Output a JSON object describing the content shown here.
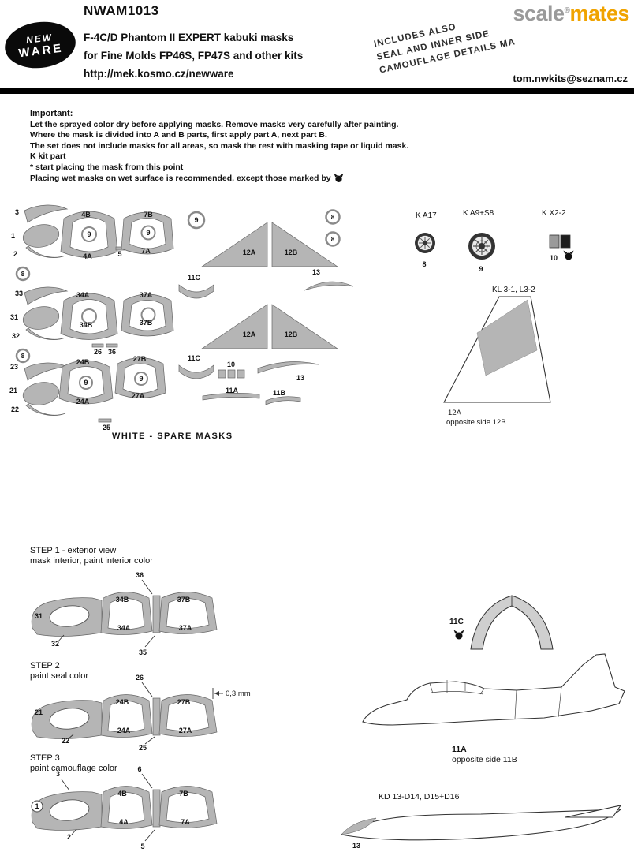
{
  "header": {
    "code": "NWAM1013",
    "logo": {
      "line1": "NEW",
      "line2": "WARE"
    },
    "title_lines": [
      "F-4C/D Phantom II EXPERT kabuki masks",
      "for Fine Molds FP46S, FP47S and other kits",
      "http://mek.kosmo.cz/newware"
    ],
    "diagonal_lines": [
      "INCLUDES ALSO",
      "SEAL AND INNER SIDE",
      "CAMOUFLAGE DETAILS MA"
    ],
    "email": "tom.nwkits@seznam.cz",
    "watermark": {
      "part1": "scale",
      "part2": "mates",
      "reg": "®"
    }
  },
  "important": {
    "heading": "Important:",
    "lines": [
      "Let the sprayed color dry before applying masks. Remove masks very carefully after painting.",
      "Where the mask is divided into A and B parts, first apply part A, next part B.",
      "The set does not include masks for all areas, so mask the rest with masking tape or liquid mask.",
      "K kit part",
      "* start placing the mask from this point",
      "Placing wet masks on wet surface is recommended, except those marked by"
    ]
  },
  "labels": {
    "n1": "1",
    "n2": "2",
    "n3": "3",
    "n4A": "4A",
    "n4B": "4B",
    "n5": "5",
    "n6": "6",
    "n7A": "7A",
    "n7B": "7B",
    "n8": "8",
    "n9": "9",
    "n10": "10",
    "n11A": "11A",
    "n11B": "11B",
    "n11C": "11C",
    "n12A": "12A",
    "n12B": "12B",
    "n13": "13",
    "n21": "21",
    "n22": "22",
    "n23": "23",
    "n24A": "24A",
    "n24B": "24B",
    "n25": "25",
    "n26": "26",
    "n27A": "27A",
    "n27B": "27B",
    "n31": "31",
    "n32": "32",
    "n33": "33",
    "n34A": "34A",
    "n34B": "34B",
    "n35": "35",
    "n36": "36",
    "n37A": "37A",
    "n37B": "37B"
  },
  "sheet": {
    "caption": "WHITE - SPARE MASKS"
  },
  "wheels": {
    "a17": "K A17",
    "a9s8": "K A9+S8",
    "x22": "K X2-2"
  },
  "fin": {
    "label": "KL 3-1, L3-2",
    "part": "12A",
    "note": "opposite side 12B"
  },
  "steps": {
    "step1": {
      "title": "STEP 1 - exterior view",
      "subtitle": "mask interior, paint interior color"
    },
    "step2": {
      "title": "STEP 2",
      "subtitle": "paint seal color",
      "annotation": "0,3 mm"
    },
    "step3": {
      "title": "STEP 3",
      "subtitle": "paint camouflage color"
    }
  },
  "views": {
    "fuselage_note": "opposite side 11B",
    "belly_label": "KD 13-D14, D15+D16"
  },
  "colors": {
    "mask_gray": "#b5b5b5",
    "accent_orange": "#f0a300"
  }
}
